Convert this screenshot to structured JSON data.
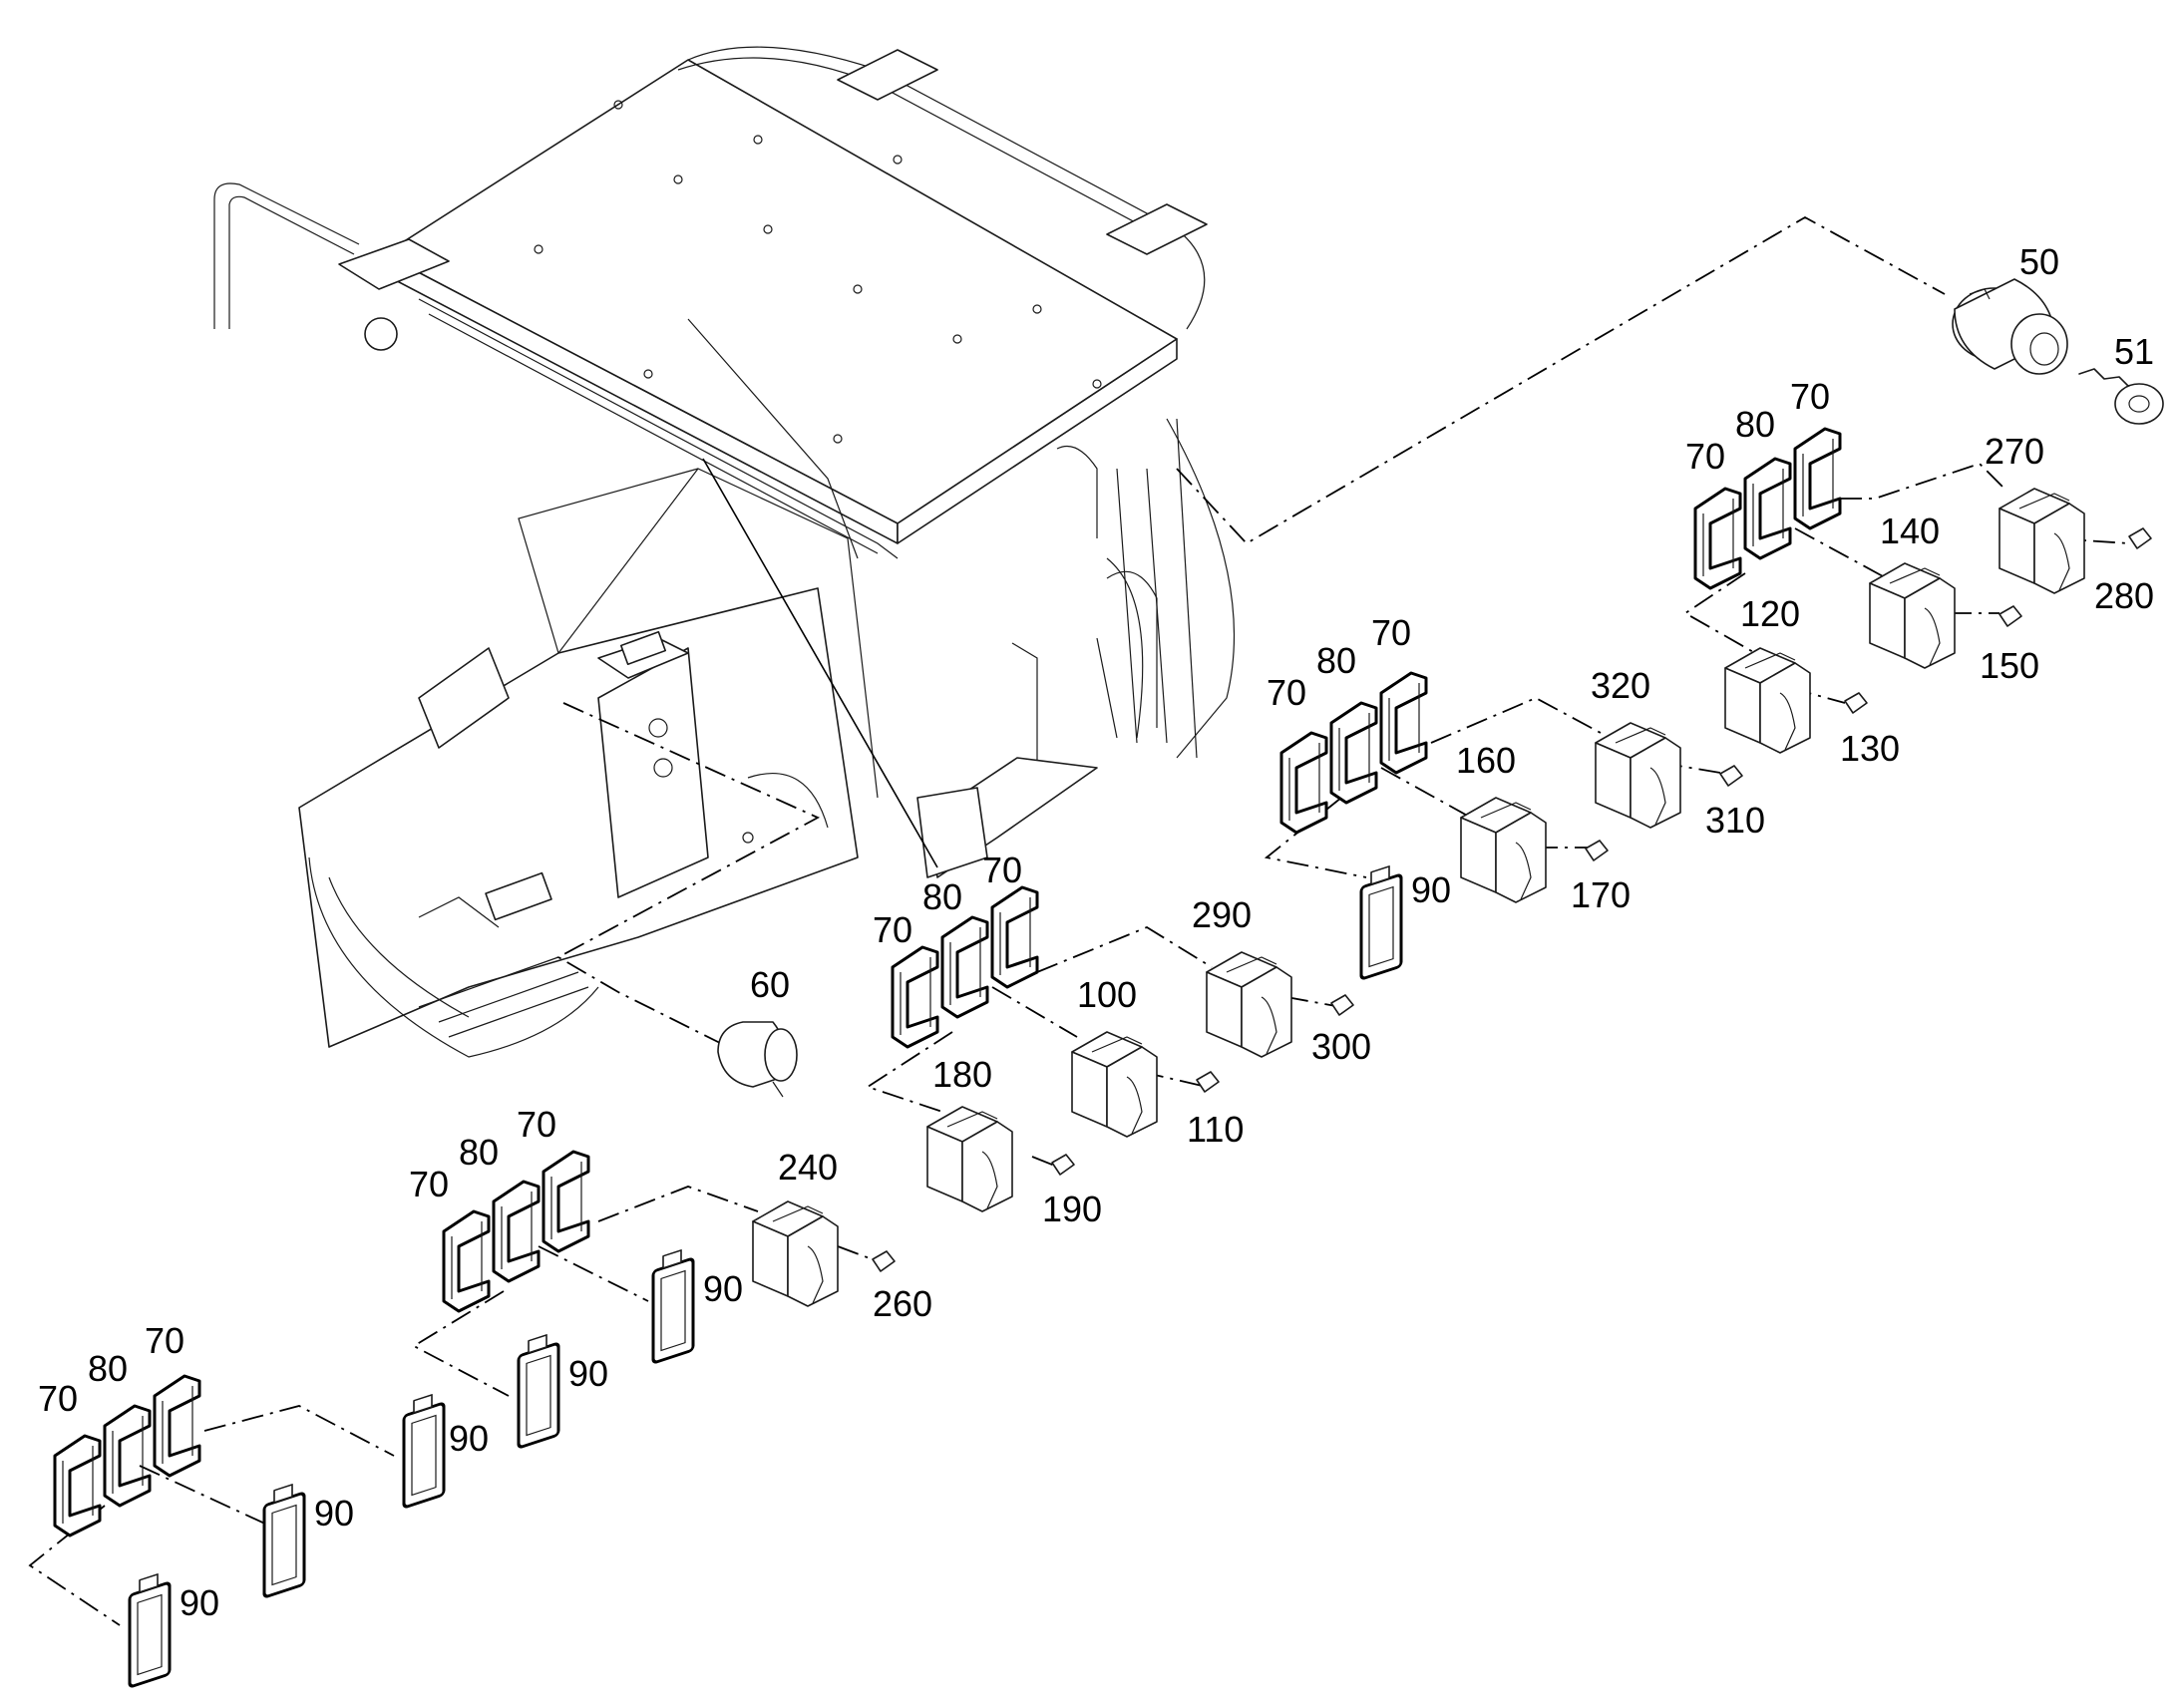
{
  "figure": {
    "callouts": [
      {
        "id": "c50",
        "text": "50"
      },
      {
        "id": "c51",
        "text": "51"
      },
      {
        "id": "c60",
        "text": "60"
      },
      {
        "id": "c70a",
        "text": "70"
      },
      {
        "id": "c80a",
        "text": "80"
      },
      {
        "id": "c70b",
        "text": "70"
      },
      {
        "id": "c270",
        "text": "270"
      },
      {
        "id": "c280",
        "text": "280"
      },
      {
        "id": "c140",
        "text": "140"
      },
      {
        "id": "c150",
        "text": "150"
      },
      {
        "id": "c120",
        "text": "120"
      },
      {
        "id": "c130",
        "text": "130"
      },
      {
        "id": "c70c",
        "text": "70"
      },
      {
        "id": "c80b",
        "text": "80"
      },
      {
        "id": "c70d",
        "text": "70"
      },
      {
        "id": "c320",
        "text": "320"
      },
      {
        "id": "c310",
        "text": "310"
      },
      {
        "id": "c160",
        "text": "160"
      },
      {
        "id": "c170",
        "text": "170"
      },
      {
        "id": "c90a",
        "text": "90"
      },
      {
        "id": "c70e",
        "text": "70"
      },
      {
        "id": "c80c",
        "text": "80"
      },
      {
        "id": "c70f",
        "text": "70"
      },
      {
        "id": "c290",
        "text": "290"
      },
      {
        "id": "c300",
        "text": "300"
      },
      {
        "id": "c100",
        "text": "100"
      },
      {
        "id": "c110",
        "text": "110"
      },
      {
        "id": "c180",
        "text": "180"
      },
      {
        "id": "c190",
        "text": "190"
      },
      {
        "id": "c70g",
        "text": "70"
      },
      {
        "id": "c80d",
        "text": "80"
      },
      {
        "id": "c70h",
        "text": "70"
      },
      {
        "id": "c240",
        "text": "240"
      },
      {
        "id": "c260",
        "text": "260"
      },
      {
        "id": "c90b",
        "text": "90"
      },
      {
        "id": "c90c",
        "text": "90"
      },
      {
        "id": "c70i",
        "text": "70"
      },
      {
        "id": "c80e",
        "text": "80"
      },
      {
        "id": "c70j",
        "text": "70"
      },
      {
        "id": "c90d",
        "text": "90"
      },
      {
        "id": "c90e",
        "text": "90"
      },
      {
        "id": "c90f",
        "text": "90"
      }
    ]
  }
}
